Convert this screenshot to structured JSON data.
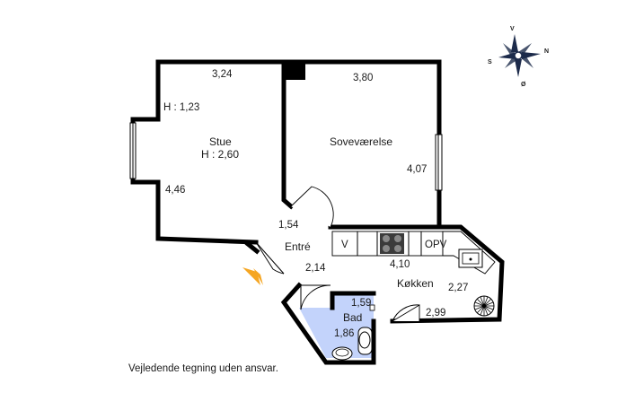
{
  "plan": {
    "rooms": {
      "stue": {
        "name": "Stue",
        "height": "H : 2,60"
      },
      "sovevaerelse": {
        "name": "Soveværelse"
      },
      "entre": {
        "name": "Entré"
      },
      "koekken": {
        "name": "Køkken"
      },
      "bad": {
        "name": "Bad"
      }
    },
    "dimensions": {
      "stue_top": "3,24",
      "bay_height": "H : 1,23",
      "stue_left": "4,46",
      "sove_top": "3,80",
      "sove_right": "4,07",
      "entre_width": "1,54",
      "entre_depth": "2,14",
      "koekken_top": "4,10",
      "koekken_right": "2,27",
      "koekken_bottom": "2,99",
      "bad_top": "1,59",
      "bad_left": "1,86"
    },
    "kitchen_labels": {
      "vaskemaskine": "V",
      "opvaskemaskine": "OPV"
    },
    "compass": {
      "n": "N",
      "s": "S",
      "v": "V",
      "o": "Ø"
    },
    "colors": {
      "bathroom_fill": "#c3d3fb",
      "entrance_arrow": "#f5a623",
      "walls": "#000000"
    }
  },
  "disclaimer": "Vejledende tegning uden ansvar."
}
